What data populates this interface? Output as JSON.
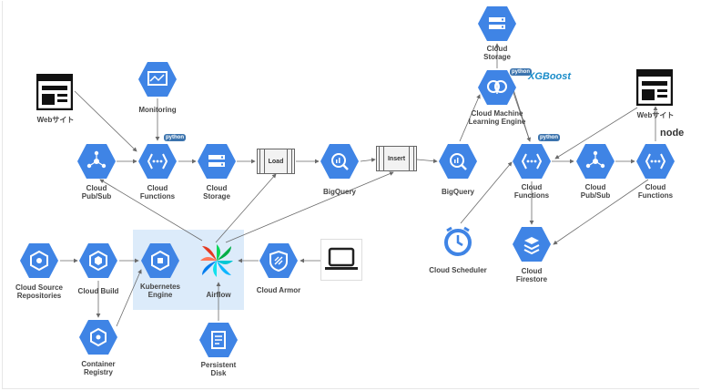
{
  "colors": {
    "hex": "#3f84e5",
    "accent": "#ffffff",
    "wire": "#6a6a6a",
    "gke_highlight": "#dcebfa"
  },
  "labels": {
    "web_left": "Webサイト",
    "monitoring": "Monitoring",
    "pubsub_left": "Cloud\nPub/Sub",
    "functions_left": "Cloud\nFunctions",
    "storage_left": "Cloud\nStorage",
    "load": "Load",
    "bigquery_mid": "BigQuery",
    "insert": "Insert",
    "bigquery_right": "BigQuery",
    "storage_top": "Cloud\nStorage",
    "ml_engine": "Cloud Machine\nLearning Engine",
    "xgboost": "XGBoost",
    "web_right": "Webサイト",
    "functions_right_a": "Cloud\nFunctions",
    "pubsub_right": "Cloud\nPub/Sub",
    "functions_right_b": "Cloud\nFunctions",
    "node_logo": "node",
    "source_repos": "Cloud Source\nRepositories",
    "cloud_build": "Cloud Build",
    "gke": "Kubernetes\nEngine",
    "airflow": "Airflow",
    "cloud_armor": "Cloud Armor",
    "container_registry": "Container\nRegistry",
    "persistent_disk": "Persistent\nDisk",
    "scheduler": "Cloud Scheduler",
    "firestore": "Cloud\nFirestore",
    "python_badge": "python"
  },
  "icons": {
    "monitoring": "monitoring-icon",
    "pubsub": "pubsub-icon",
    "functions": "functions-icon",
    "storage": "storage-icon",
    "bigquery": "bigquery-icon",
    "ml": "ml-engine-icon",
    "source_repos": "source-repos-icon",
    "build": "cloud-build-icon",
    "gke": "kubernetes-icon",
    "airflow": "airflow-icon",
    "armor": "cloud-armor-icon",
    "registry": "container-registry-icon",
    "disk": "persistent-disk-icon",
    "scheduler": "scheduler-icon",
    "firestore": "firestore-icon",
    "laptop": "laptop-icon",
    "website": "website-icon"
  }
}
